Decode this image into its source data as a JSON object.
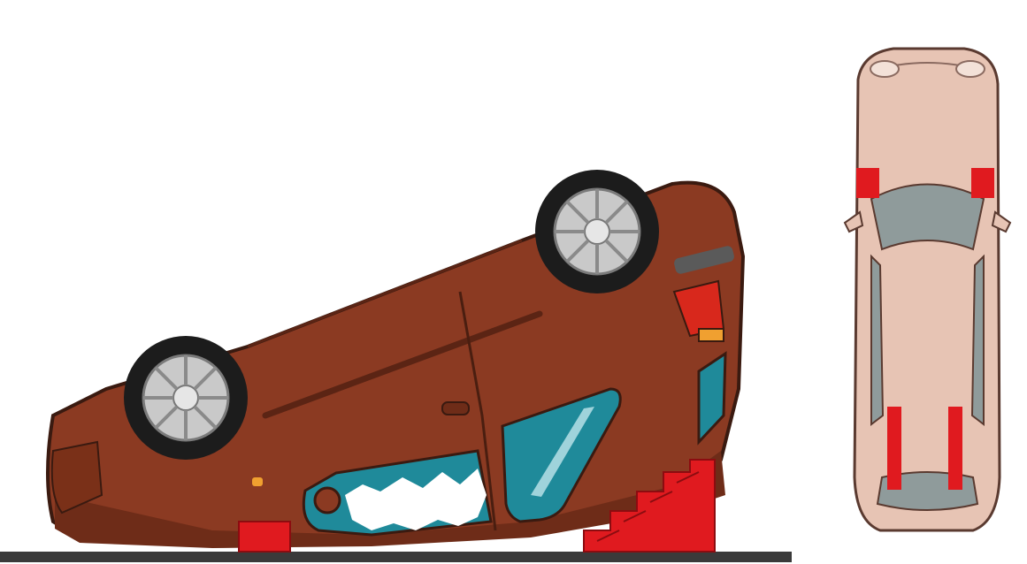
{
  "colors": {
    "background": "#ffffff",
    "car_body": "#8b3a22",
    "car_body_dark": "#6e2c18",
    "car_outline": "#3a1a10",
    "tire": "#1c1c1c",
    "rim": "#c9c9c9",
    "glass": "#1f8a9a",
    "glass_top_view": "#8f9b9b",
    "roof_top_view": "#e7c4b4",
    "support_red": "#e01a1f",
    "ground": "#3a3a3a",
    "tail_light": "#d8281c",
    "indicator": "#f0a030"
  },
  "icons": {
    "side_view": "overturned-car-side-view",
    "top_view": "car-top-view",
    "supports": "red-support-blocks"
  }
}
